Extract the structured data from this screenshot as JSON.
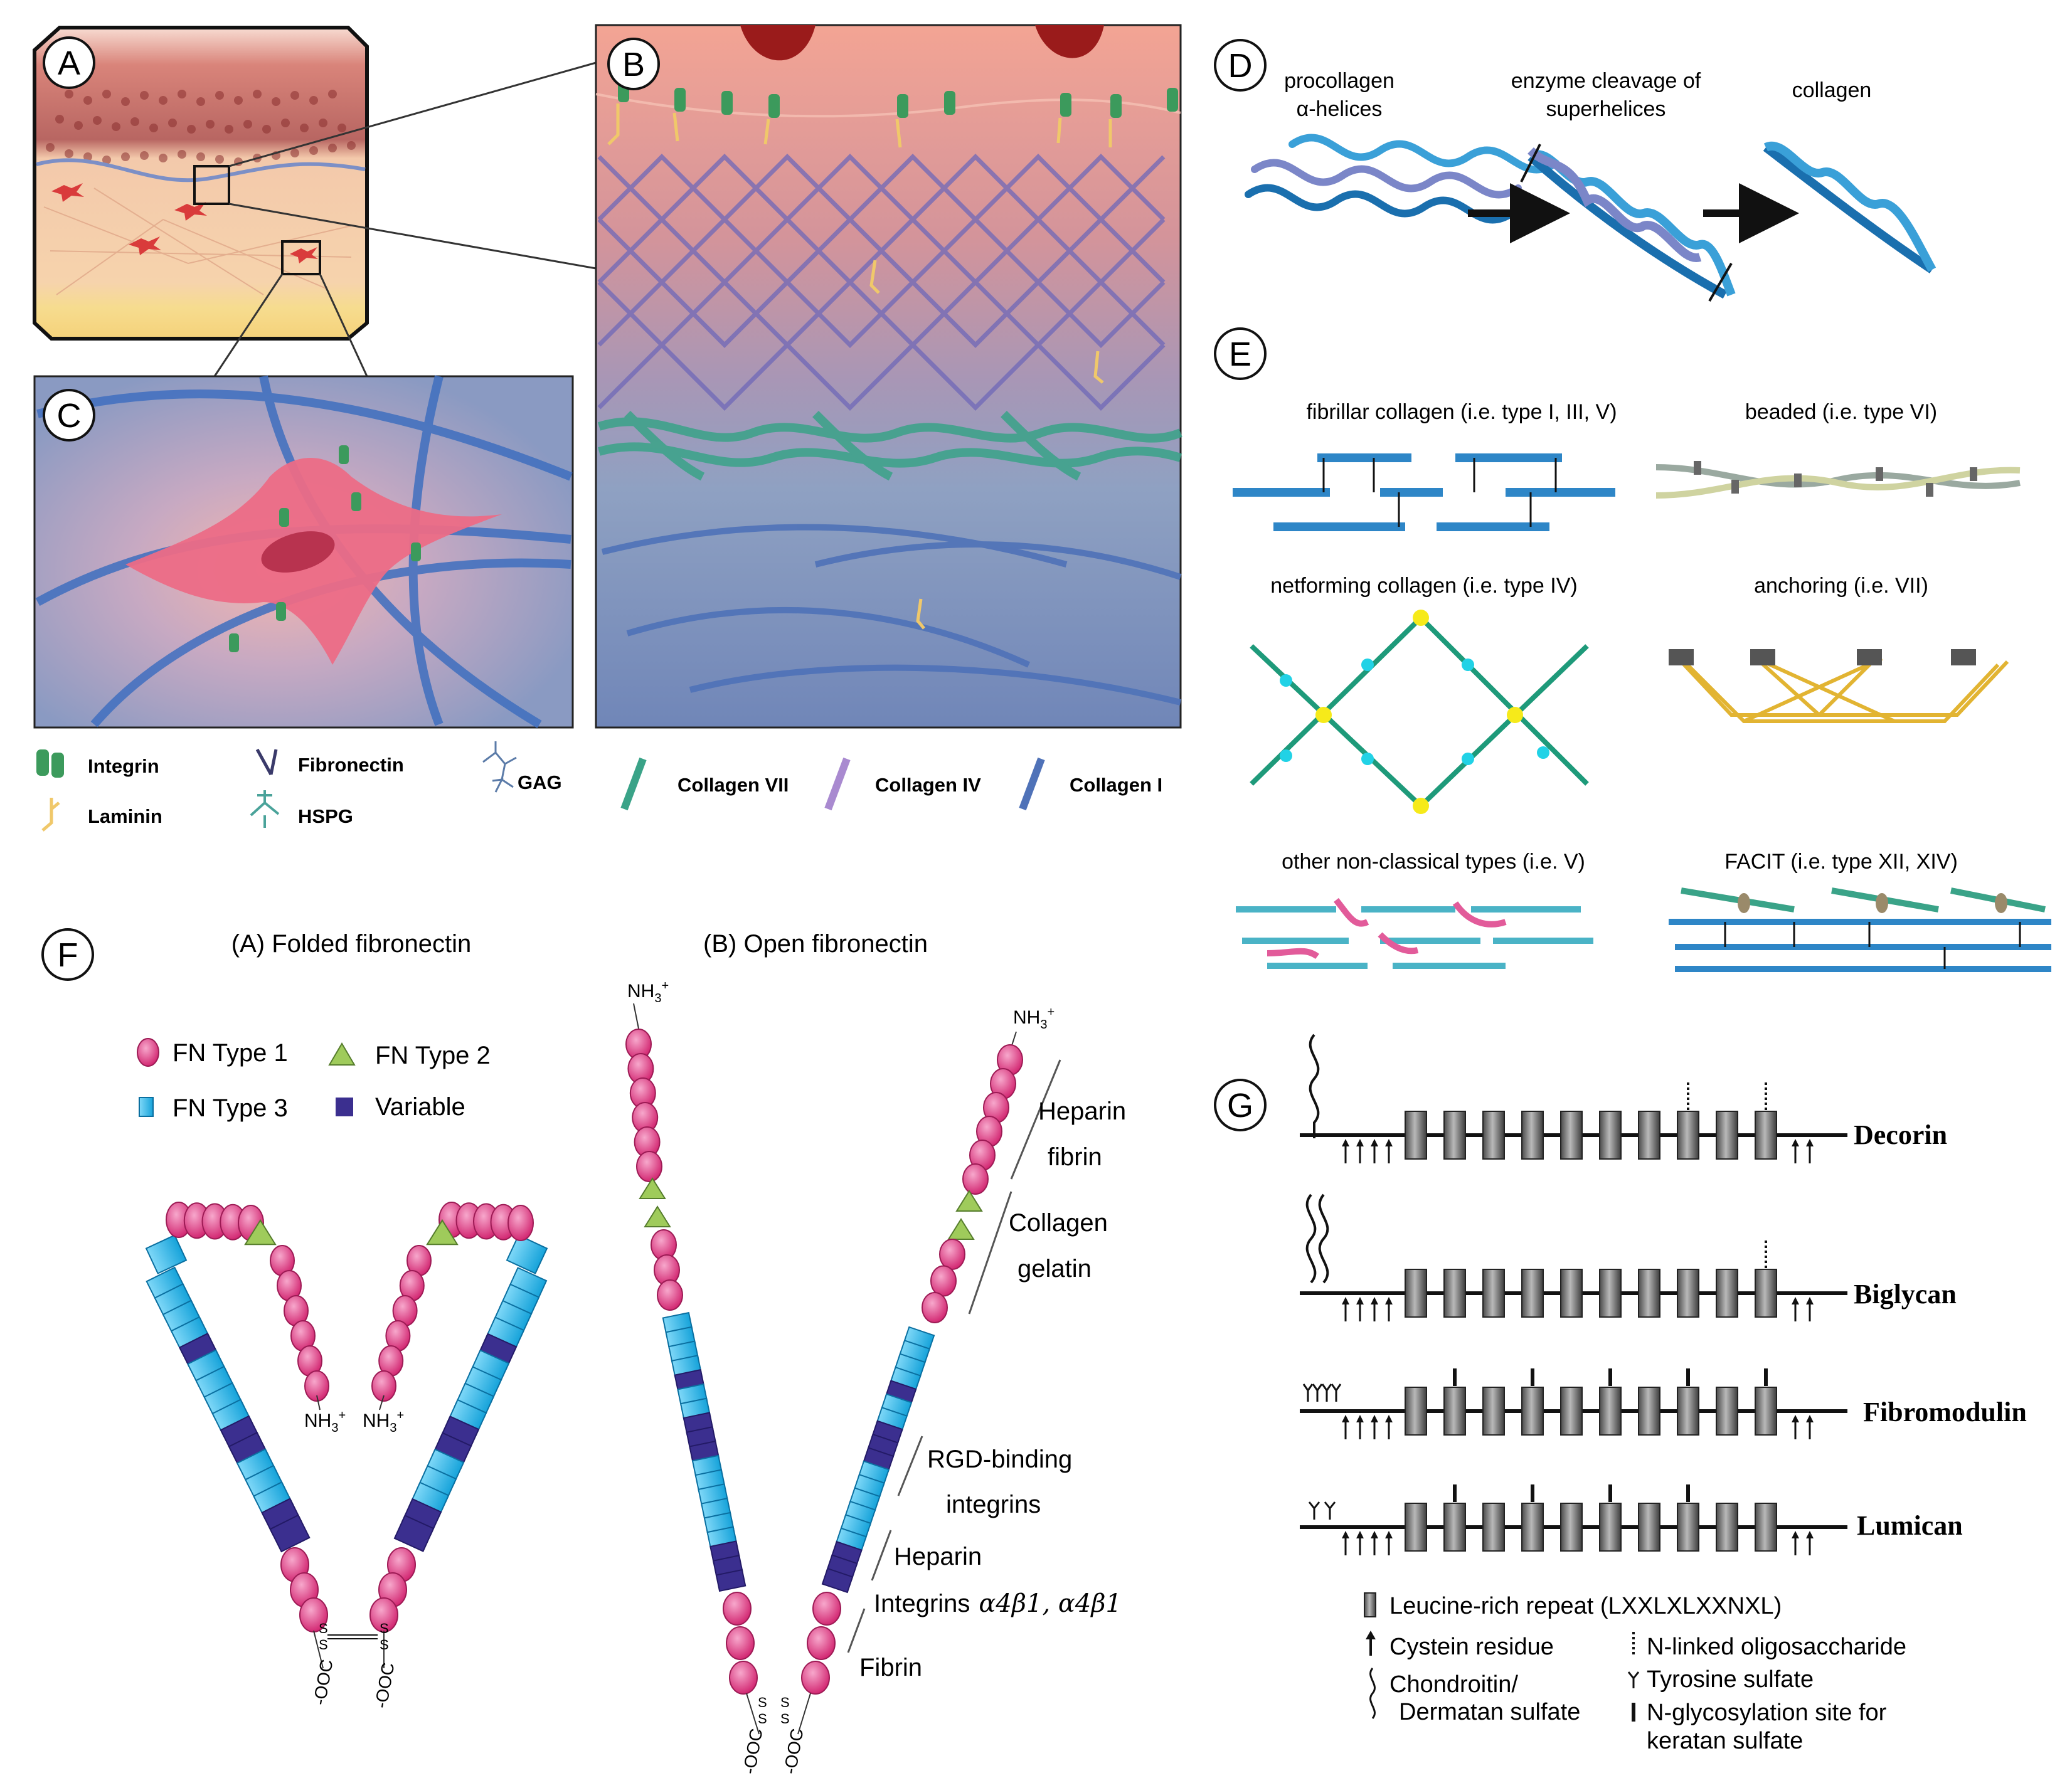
{
  "panels": {
    "a": "A",
    "b": "B",
    "c": "C",
    "d": "D",
    "e": "E",
    "f": "F",
    "g": "G"
  },
  "legend_abc": {
    "integrin": "Integrin",
    "laminin": "Laminin",
    "fibronectin": "Fibronectin",
    "hspg": "HSPG",
    "gag": "GAG",
    "collagen_vii": "Collagen VII",
    "collagen_iv": "Collagen IV",
    "collagen_i": "Collagen I"
  },
  "panel_d": {
    "procollagen_1": "procollagen",
    "procollagen_2": "α-helices",
    "cleavage_1": "enzyme cleavage of",
    "cleavage_2": "superhelices",
    "collagen": "collagen"
  },
  "panel_e": {
    "fibrillar": "fibrillar collagen (i.e. type I, III, V)",
    "beaded": "beaded (i.e. type VI)",
    "netforming": "netforming collagen (i.e. type IV)",
    "anchoring": "anchoring (i.e. VII)",
    "nonclassical": "other non-classical types (i.e. V)",
    "facit": "FACIT (i.e. type XII, XIV)"
  },
  "panel_f": {
    "title_folded": "(A) Folded fibronectin",
    "title_open": "(B) Open fibronectin",
    "legend": {
      "fn1": "FN Type 1",
      "fn2": "FN Type 2",
      "fn3": "FN Type 3",
      "variable": "Variable"
    },
    "nh3": "NH",
    "nh3_sub": "3",
    "nh3_sup": "+",
    "coo": "-OOC",
    "ss": "S",
    "regions": {
      "heparin_fibrin_1": "Heparin",
      "heparin_fibrin_2": "fibrin",
      "collagen_gelatin_1": "Collagen",
      "collagen_gelatin_2": "gelatin",
      "rgd_1": "RGD-binding",
      "rgd_2": "integrins",
      "heparin": "Heparin",
      "integrins": "Integrins",
      "integrin_types": "α4β1, α4β1",
      "fibrin": "Fibrin"
    }
  },
  "panel_g": {
    "decorin": "Decorin",
    "biglycan": "Biglycan",
    "fibromodulin": "Fibromodulin",
    "lumican": "Lumican",
    "legend": {
      "lrr": "Leucine-rich repeat (LXXLXLXXNXL)",
      "cys": "Cystein residue",
      "cs_1": "Chondroitin/",
      "cs_2": "Dermatan sulfate",
      "nlinked": "N-linked oligosaccharide",
      "tyr": "Tyrosine sulfate",
      "ker_1": "N-glycosylation site for",
      "ker_2": "keratan sulfate"
    }
  },
  "colors": {
    "fn1": "#e2277e",
    "fn2": "#9fcb5b",
    "fn3": "#25b4e8",
    "variable": "#3b2f8f",
    "collagen_blue": "#2e86c7",
    "tissue_pink": "#f0a494",
    "tissue_blue": "#7f90bd"
  }
}
